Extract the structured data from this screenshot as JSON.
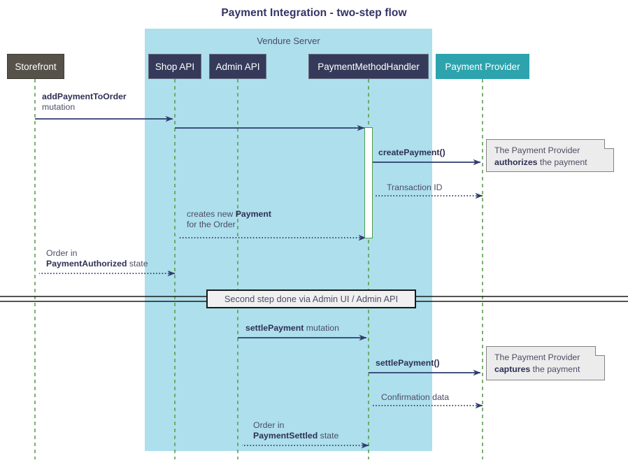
{
  "title": "Payment Integration - two-step flow",
  "colors": {
    "title": "#333366",
    "group_fill": "#addfec",
    "participant_storefront": "#565149",
    "participant_api": "#353a5a",
    "participant_provider": "#2ca3ad",
    "lifeline": "#5c9e4f",
    "arrow": "#2f3c6e",
    "note_fill": "#ececec",
    "note_border": "#828282",
    "activation_border": "#4d9b4d",
    "text": "#4d4d66"
  },
  "group": {
    "label": "Vendure Server"
  },
  "participants": [
    {
      "id": "storefront",
      "label": "Storefront",
      "style": "dark"
    },
    {
      "id": "shop-api",
      "label": "Shop API",
      "style": "navy"
    },
    {
      "id": "admin-api",
      "label": "Admin API",
      "style": "navy"
    },
    {
      "id": "payment-method-handler",
      "label": "PaymentMethodHandler",
      "style": "navy"
    },
    {
      "id": "payment-provider",
      "label": "Payment Provider",
      "style": "teal"
    }
  ],
  "messages": [
    {
      "id": "add-payment-to-order",
      "from": "storefront",
      "to": "shop-api",
      "kind": "solid",
      "bold": "addPaymentToOrder",
      "rest": "",
      "line2_plain": "mutation"
    },
    {
      "id": "shop-api-to-handler",
      "from": "shop-api",
      "to": "payment-method-handler",
      "kind": "solid",
      "bold": "",
      "rest": "",
      "line2_plain": ""
    },
    {
      "id": "create-payment",
      "from": "payment-method-handler",
      "to": "payment-provider",
      "kind": "solid",
      "bold": "createPayment()",
      "rest": "",
      "line2_plain": ""
    },
    {
      "id": "transaction-id",
      "from": "payment-provider",
      "to": "payment-method-handler",
      "kind": "dotted",
      "bold": "",
      "rest": "Transaction ID",
      "line2_plain": ""
    },
    {
      "id": "creates-new-payment",
      "from": "payment-method-handler",
      "to": "shop-api",
      "kind": "dotted",
      "bold": "Payment",
      "rest": "creates new ",
      "line2_plain": "for the Order"
    },
    {
      "id": "order-payment-authorized",
      "from": "shop-api",
      "to": "storefront",
      "kind": "dotted",
      "bold": "PaymentAuthorized",
      "rest": " state",
      "line2_plain": "Order in"
    },
    {
      "id": "settle-payment-mutation",
      "from": "admin-api",
      "to": "payment-method-handler",
      "kind": "solid",
      "bold": "settlePayment",
      "rest": " mutation",
      "line2_plain": ""
    },
    {
      "id": "settle-payment-call",
      "from": "payment-method-handler",
      "to": "payment-provider",
      "kind": "solid",
      "bold": "settlePayment()",
      "rest": "",
      "line2_plain": ""
    },
    {
      "id": "confirmation-data",
      "from": "payment-provider",
      "to": "payment-method-handler",
      "kind": "dotted",
      "bold": "",
      "rest": "Confirmation data",
      "line2_plain": ""
    },
    {
      "id": "order-payment-settled",
      "from": "payment-method-handler",
      "to": "admin-api",
      "kind": "dotted",
      "bold": "PaymentSettled",
      "rest": " state",
      "line2_plain": "Order in"
    }
  ],
  "notes": [
    {
      "id": "note-authorize",
      "line1": "The Payment Provider",
      "bold": "authorizes",
      "line2_rest": " the payment"
    },
    {
      "id": "note-capture",
      "line1": "The Payment Provider",
      "bold": "captures",
      "line2_rest": " the payment"
    }
  ],
  "divider": {
    "label": "Second step done via Admin UI / Admin API"
  }
}
